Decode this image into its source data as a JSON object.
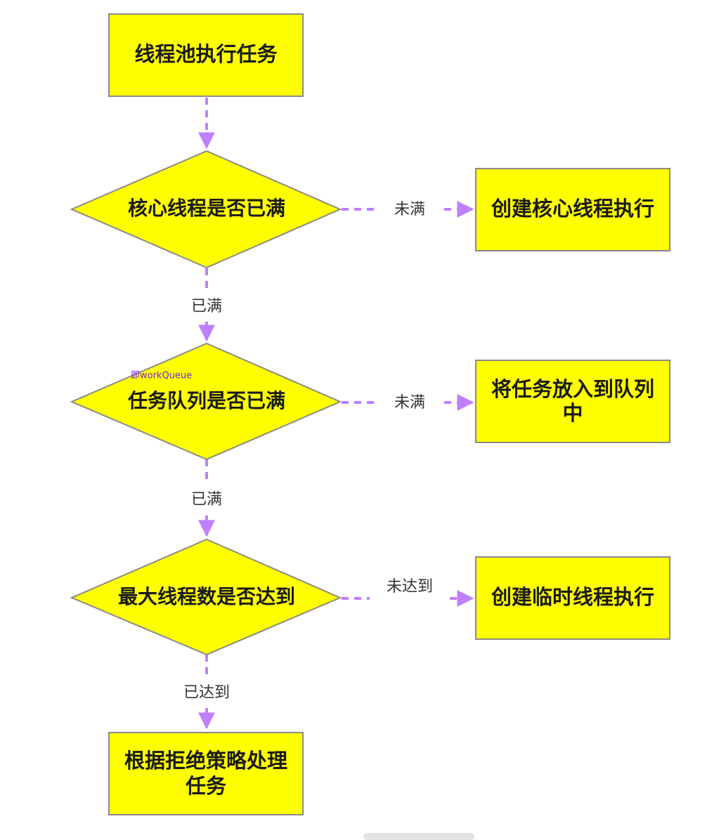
{
  "colors": {
    "node_fill": "#ffff00",
    "node_stroke": "#8a8a8a",
    "edge": "#bf7fff"
  },
  "nodes": {
    "start": "线程池执行任务",
    "core_full": "核心线程是否已满",
    "create_core": "创建核心线程执行",
    "queue_full": "任务队列是否已满",
    "enqueue_line1": "将任务放入到队列",
    "enqueue_line2": "中",
    "max_reached": "最大线程数是否达到",
    "create_temp": "创建临时线程执行",
    "reject_line1": "根据拒绝策略处理",
    "reject_line2": "任务"
  },
  "edge_labels": {
    "core_not_full": "未满",
    "core_full": "已满",
    "queue_not_full": "未满",
    "queue_full": "已满",
    "max_not_reached": "未达到",
    "max_reached": "已达到"
  },
  "annotation": "即workQueue"
}
